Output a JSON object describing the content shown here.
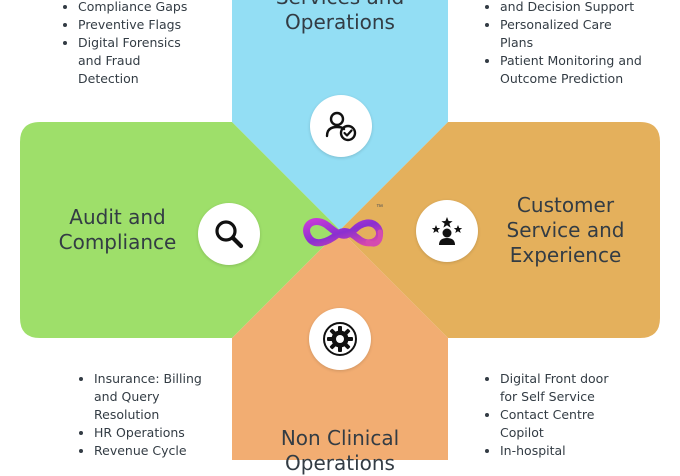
{
  "colors": {
    "top": "#93def4",
    "left": "#9edf6a",
    "right": "#e4b05c",
    "bottom": "#f2ad72",
    "text": "#333c44"
  },
  "top_section": {
    "title": "Services and\nOperations",
    "icon": "user-check-icon"
  },
  "left_section": {
    "title": "Audit and\nCompliance",
    "icon": "magnifier-icon"
  },
  "right_section": {
    "title": "Customer\nService and\nExperience",
    "icon": "user-stars-icon"
  },
  "bottom_section": {
    "title": "Non Clinical\nOperations",
    "icon": "gear-icon"
  },
  "top_left_list": [
    "Compliance Gaps",
    "Preventive Flags",
    "Digital Forensics\nand Fraud\nDetection"
  ],
  "top_right_list": [
    "and Decision Support",
    "Personalized Care\nPlans",
    "Patient Monitoring and\nOutcome Prediction"
  ],
  "bottom_left_list": [
    "Insurance: Billing\nand Query\nResolution",
    "HR Operations",
    "Revenue Cycle"
  ],
  "bottom_right_list": [
    "Digital Front door\nfor Self Service",
    "Contact Centre\nCopilot",
    "In-hospital"
  ],
  "logo": {
    "icon": "infinity-logo-icon",
    "trademark": "™"
  }
}
